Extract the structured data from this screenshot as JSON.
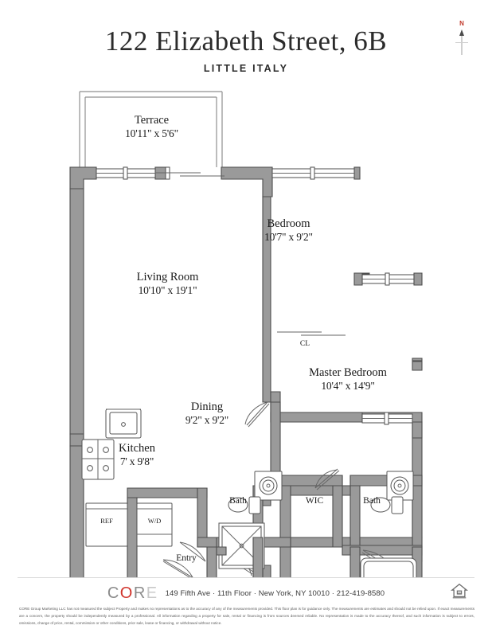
{
  "header": {
    "title": "122 Elizabeth Street, 6B",
    "subtitle": "LITTLE ITALY",
    "north_label": "N"
  },
  "rooms": [
    {
      "id": "terrace",
      "name": "Terrace",
      "dimensions": "10'11\" x 5'6\""
    },
    {
      "id": "living-room",
      "name": "Living Room",
      "dimensions": "10'10\" x 19'1\""
    },
    {
      "id": "bedroom",
      "name": "Bedroom",
      "dimensions": "10'7\" x 9'2\""
    },
    {
      "id": "master-bedroom",
      "name": "Master Bedroom",
      "dimensions": "10'4\" x 14'9\""
    },
    {
      "id": "dining",
      "name": "Dining",
      "dimensions": "9'2\" x 9'2\""
    },
    {
      "id": "kitchen",
      "name": "Kitchen",
      "dimensions": "7' x 9'8\""
    },
    {
      "id": "closet",
      "name": "CL",
      "dimensions": ""
    },
    {
      "id": "bath-hall",
      "name": "Bath",
      "dimensions": ""
    },
    {
      "id": "wic",
      "name": "WIC",
      "dimensions": ""
    },
    {
      "id": "bath-master",
      "name": "Bath",
      "dimensions": ""
    },
    {
      "id": "entry",
      "name": "Entry",
      "dimensions": ""
    },
    {
      "id": "refrigerator",
      "name": "REF",
      "dimensions": ""
    },
    {
      "id": "washer-dryer",
      "name": "W/D",
      "dimensions": ""
    }
  ],
  "footer": {
    "brand": {
      "c": "C",
      "o": "O",
      "r": "R",
      "e": "E"
    },
    "address": "149 Fifth Ave · 11th Floor · New York, NY 10010 · 212-419-8580",
    "disclaimer": "CORE Group Marketing LLC has not measured the subject Property and makes no representations as to the accuracy of any of the measurements provided. This floor plan is for guidance only. The measurements are estimates and should not be relied upon. If exact measurements are a concern, the property should be independently measured by a professional. All information regarding a property for sale, rental or financing is from sources deemed reliable. No representation is made to the accuracy thereof, and such information is subject to errors, omissions, change of price, rental, commission or other conditions, prior sale, lease or financing, or withdrawal without notice."
  },
  "colors": {
    "wall_fill": "#9a9a9a",
    "wall_stroke": "#4d4d4d",
    "fixture_stroke": "#555555",
    "accent_red": "#d0342c",
    "text": "#1a1a1a"
  }
}
